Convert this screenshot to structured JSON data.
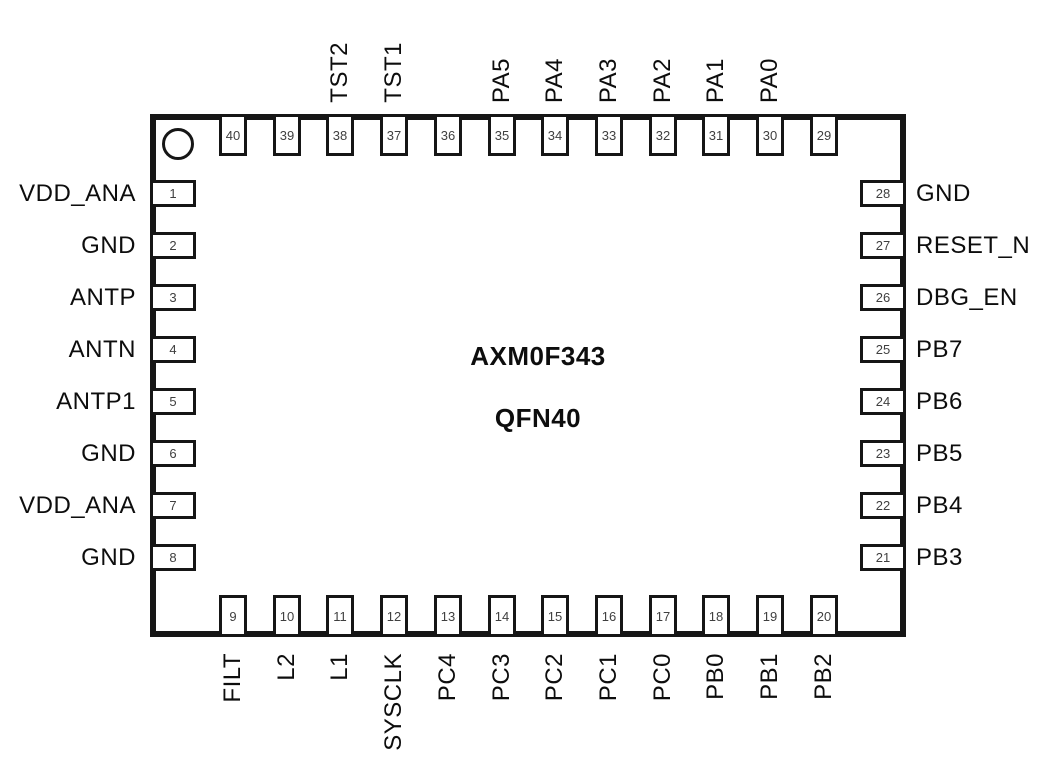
{
  "chip": {
    "title": "AXM0F343",
    "package": "QFN40"
  },
  "pins": {
    "top": [
      {
        "num": "40",
        "label": ""
      },
      {
        "num": "39",
        "label": ""
      },
      {
        "num": "38",
        "label": "TST2"
      },
      {
        "num": "37",
        "label": "TST1"
      },
      {
        "num": "36",
        "label": ""
      },
      {
        "num": "35",
        "label": "PA5"
      },
      {
        "num": "34",
        "label": "PA4"
      },
      {
        "num": "33",
        "label": "PA3"
      },
      {
        "num": "32",
        "label": "PA2"
      },
      {
        "num": "31",
        "label": "PA1"
      },
      {
        "num": "30",
        "label": "PA0"
      },
      {
        "num": "29",
        "label": ""
      }
    ],
    "left": [
      {
        "num": "1",
        "label": "VDD_ANA"
      },
      {
        "num": "2",
        "label": "GND"
      },
      {
        "num": "3",
        "label": "ANTP"
      },
      {
        "num": "4",
        "label": "ANTN"
      },
      {
        "num": "5",
        "label": "ANTP1"
      },
      {
        "num": "6",
        "label": "GND"
      },
      {
        "num": "7",
        "label": "VDD_ANA"
      },
      {
        "num": "8",
        "label": "GND"
      }
    ],
    "right": [
      {
        "num": "28",
        "label": "GND"
      },
      {
        "num": "27",
        "label": "RESET_N"
      },
      {
        "num": "26",
        "label": "DBG_EN"
      },
      {
        "num": "25",
        "label": "PB7"
      },
      {
        "num": "24",
        "label": "PB6"
      },
      {
        "num": "23",
        "label": "PB5"
      },
      {
        "num": "22",
        "label": "PB4"
      },
      {
        "num": "21",
        "label": "PB3"
      }
    ],
    "bottom": [
      {
        "num": "9",
        "label": "FILT"
      },
      {
        "num": "10",
        "label": "L2"
      },
      {
        "num": "11",
        "label": "L1"
      },
      {
        "num": "12",
        "label": "SYSCLK"
      },
      {
        "num": "13",
        "label": "PC4"
      },
      {
        "num": "14",
        "label": "PC3"
      },
      {
        "num": "15",
        "label": "PC2"
      },
      {
        "num": "16",
        "label": "PC1"
      },
      {
        "num": "17",
        "label": "PC0"
      },
      {
        "num": "18",
        "label": "PB0"
      },
      {
        "num": "19",
        "label": "PB1"
      },
      {
        "num": "20",
        "label": "PB2"
      }
    ]
  },
  "colors": {
    "ink": "#161616",
    "pin_number": "#3f3f3f",
    "label": "#0d0d0d",
    "background": "#ffffff"
  }
}
